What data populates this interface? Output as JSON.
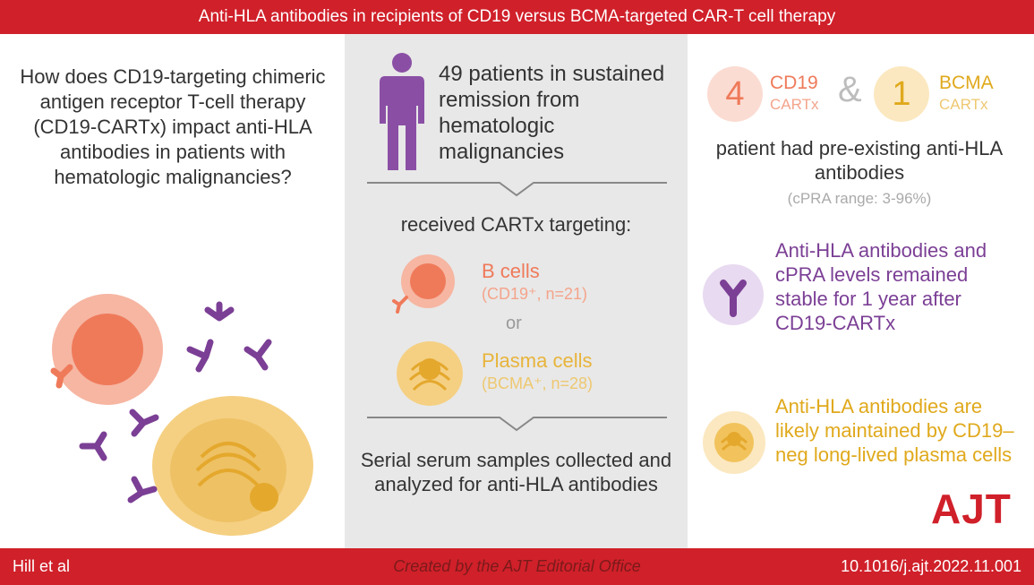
{
  "header": {
    "title": "Anti-HLA antibodies in recipients of CD19 versus BCMA-targeted CAR-T cell therapy"
  },
  "question": "How does CD19-targeting chimeric antigen receptor T-cell therapy (CD19-CARTx) impact anti-HLA antibodies in patients with hematologic malignancies?",
  "middle": {
    "remission": "49 patients in sustained remission from hematologic malignancies",
    "received": "received CARTx targeting:",
    "b_cells_label": "B cells",
    "b_cells_sub": "(CD19⁺, n=21)",
    "or": "or",
    "plasma_label": "Plasma cells",
    "plasma_sub": "(BCMA⁺, n=28)",
    "serial": "Serial serum samples collected and analyzed for anti-HLA antibodies"
  },
  "right": {
    "cd19_count": "4",
    "cd19_label": "CD19",
    "cd19_sub": "CARTx",
    "amp": "&",
    "bcma_count": "1",
    "bcma_label": "BCMA",
    "bcma_sub": "CARTx",
    "preexisting": "patient had pre-existing anti-HLA antibodies",
    "cpra": "(cPRA range: 3-96%)",
    "stable": "Anti-HLA antibodies and cPRA levels remained stable for 1 year after CD19-CARTx",
    "maintained": "Anti-HLA antibodies are likely maintained by CD19–neg long-lived plasma cells",
    "logo": "AJT"
  },
  "footer": {
    "authors": "Hill et al",
    "credit": "Created by the AJT Editorial Office",
    "doi": "10.1016/j.ajt.2022.11.001"
  },
  "colors": {
    "brand_red": "#d0202a",
    "b_cell": "#ef7a5a",
    "plasma": "#e8b43a",
    "antibody": "#7b3f95"
  }
}
